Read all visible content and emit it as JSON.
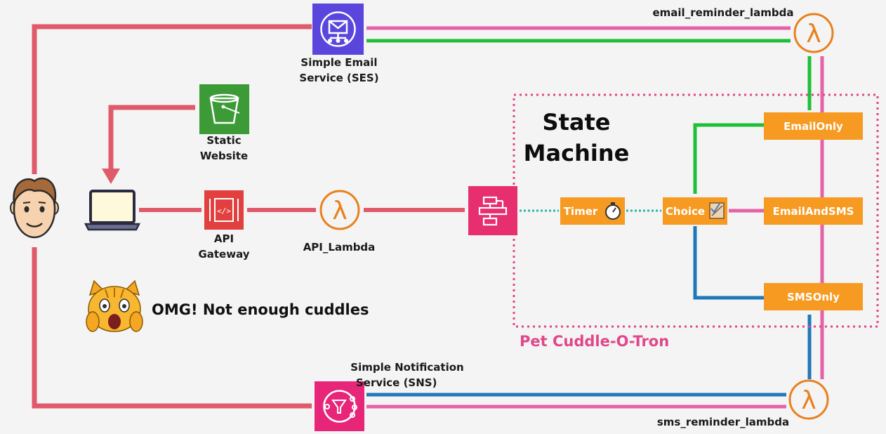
{
  "colors": {
    "red_flow": "#e05a6b",
    "pink_flow": "#e462a6",
    "green_flow": "#1fbf3a",
    "blue_flow": "#1f78b8",
    "teal_dots": "#2bb5a6",
    "ses_sns_purple": "#5a46dc",
    "sns_pink": "#e7267a",
    "step_functions": "#e72e6f",
    "s3_green": "#3c9a37",
    "api_gw_red": "#e23f3f",
    "lambda_orange": "#e8811e",
    "state_orange": "#f79a22",
    "state_machine_border": "#e0478a"
  },
  "icons": {
    "ses": "ses-envelope-icon",
    "s3": "s3-bucket-icon",
    "api_gateway": "api-gateway-icon",
    "lambda": "lambda-icon",
    "step_functions": "step-functions-icon",
    "sns": "sns-icon",
    "user": "user-avatar-icon",
    "laptop": "laptop-icon",
    "cat": "screaming-cat-emoji-icon",
    "timer": "stopwatch-icon",
    "choice": "choice-icon"
  },
  "labels": {
    "ses_line1": "Simple Email",
    "ses_line2": "Service (SES)",
    "email_lambda": "email_reminder_lambda",
    "static_line1": "Static",
    "static_line2": "Website",
    "api_gw_line1": "API",
    "api_gw_line2": "Gateway",
    "api_lambda": "API_Lambda",
    "state_machine_line1": "State",
    "state_machine_line2": "Machine",
    "sns_line1": "Simple Notification",
    "sns_line2": "Service (SNS)",
    "sms_lambda": "sms_reminder_lambda",
    "cat_caption": "OMG! Not enough cuddles",
    "footer": "Pet Cuddle-O-Tron"
  },
  "states": {
    "timer": "Timer",
    "choice": "Choice",
    "email_only": "EmailOnly",
    "email_and_sms": "EmailAndSMS",
    "sms_only": "SMSOnly"
  }
}
